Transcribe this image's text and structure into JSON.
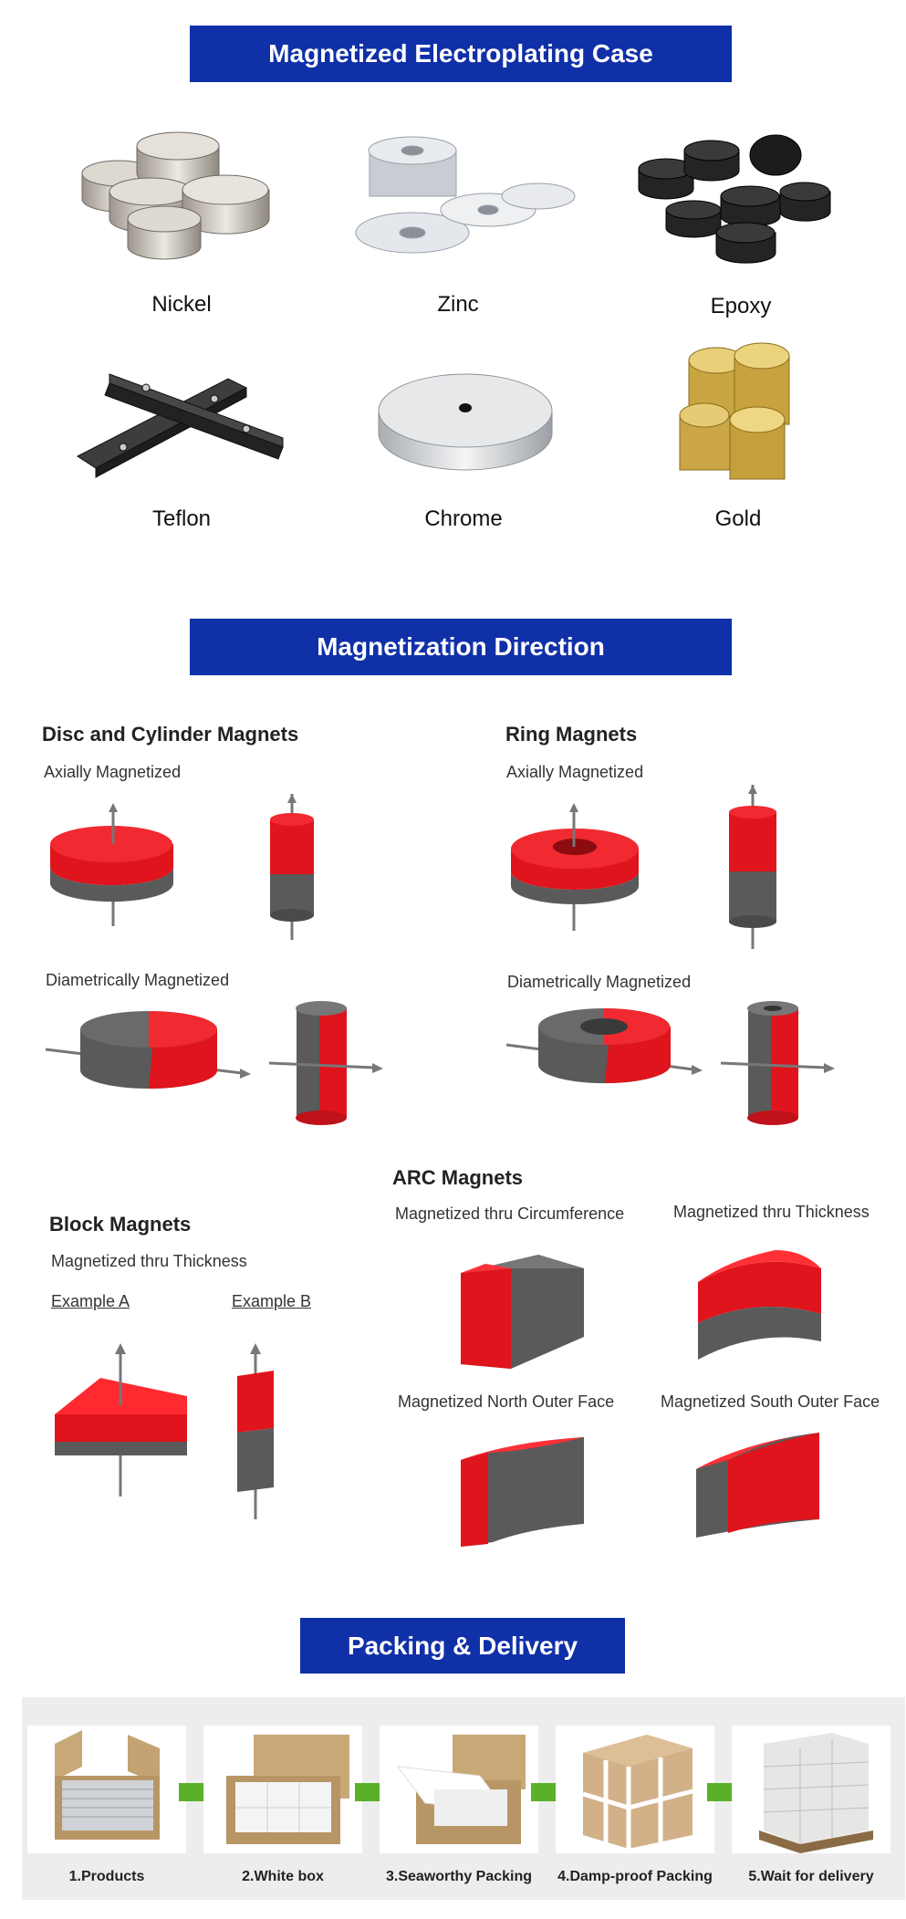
{
  "plating": {
    "title": "Magnetized Electroplating Case",
    "items": [
      "Nickel",
      "Zinc",
      "Epoxy",
      "Teflon",
      "Chrome",
      "Gold"
    ]
  },
  "direction": {
    "title": "Magnetization Direction",
    "disc": {
      "heading": "Disc and Cylinder Magnets",
      "axial": "Axially Magnetized",
      "diametric": "Diametrically Magnetized"
    },
    "ring": {
      "heading": "Ring Magnets",
      "axial": "Axially Magnetized",
      "diametric": "Diametrically Magnetized"
    },
    "block": {
      "heading": "Block Magnets",
      "sub": "Magnetized thru Thickness",
      "example_a": "Example A",
      "example_b": "Example B"
    },
    "arc": {
      "heading": "ARC Magnets",
      "circumference": "Magnetized thru Circumference",
      "thickness": "Magnetized thru Thickness",
      "north": "Magnetized North Outer Face",
      "south": "Magnetized South Outer Face"
    }
  },
  "packing": {
    "title": "Packing & Delivery",
    "steps": [
      "1.Products",
      "2.White box",
      "3.Seaworthy Packing",
      "4.Damp-proof Packing",
      "5.Wait for delivery"
    ]
  },
  "colors": {
    "banner": "#1030a8",
    "pole_red": "#e0141c",
    "pole_gray": "#5a5a5a",
    "arrow_green": "#5bb02a"
  }
}
